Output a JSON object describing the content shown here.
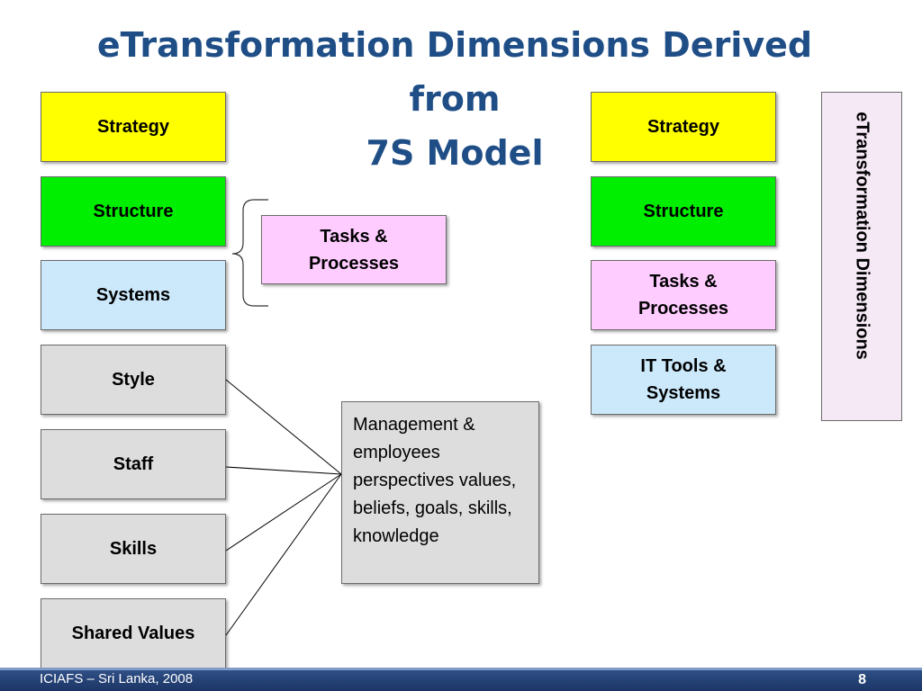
{
  "title": {
    "line1": "eTransformation Dimensions Derived",
    "line2": "from",
    "line3": "7S Model"
  },
  "left_column": [
    {
      "label": "Strategy",
      "color": "#ffff00"
    },
    {
      "label": "Structure",
      "color": "#00ee00"
    },
    {
      "label": "Systems",
      "color": "#cce9fb"
    },
    {
      "label": "Style",
      "color": "#dddddd"
    },
    {
      "label": "Staff",
      "color": "#dddddd"
    },
    {
      "label": "Skills",
      "color": "#dddddd"
    },
    {
      "label": "Shared Values",
      "color": "#dddddd"
    }
  ],
  "middle": {
    "tasks_label": "Tasks & Processes",
    "management_text": "Management & employees perspectives values, beliefs, goals, skills, knowledge"
  },
  "right_column": [
    {
      "label": "Strategy",
      "color": "#ffff00"
    },
    {
      "label": "Structure",
      "color": "#00ee00"
    },
    {
      "label": "Tasks & Processes",
      "color": "#ffccff"
    },
    {
      "label": "IT Tools & Systems",
      "color": "#cce9fb"
    }
  ],
  "vertical_label": "eTransformation Dimensions",
  "footer": {
    "text": "ICIAFS – Sri Lanka, 2008",
    "page": "8"
  },
  "colors": {
    "title": "#1f4e87",
    "footer_bar": "#2f4f86"
  }
}
